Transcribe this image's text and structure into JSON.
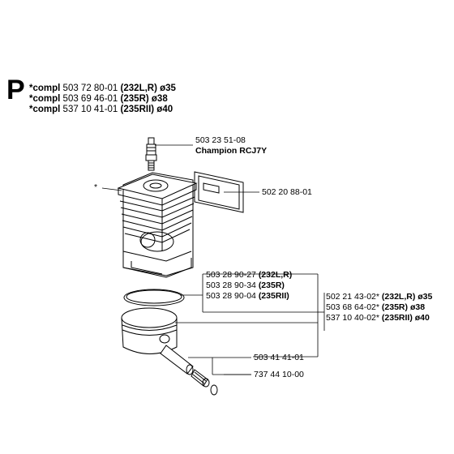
{
  "section_letter": "P",
  "header": [
    {
      "prefix": "*compl",
      "number": "503 72 80-01",
      "model": "(232L,R)",
      "diameter": "ø35"
    },
    {
      "prefix": "*compl",
      "number": "503 69 46-01",
      "model": "(235R)",
      "diameter": "ø38"
    },
    {
      "prefix": "*compl",
      "number": "537 10 41-01",
      "model": "(235RII)",
      "diameter": "ø40"
    }
  ],
  "callouts": {
    "spark_plug": {
      "number": "503 23 51-08",
      "name": "Champion RCJ7Y"
    },
    "asterisk": "*",
    "gasket": {
      "number": "502 20 88-01"
    },
    "piston_ring": [
      {
        "number": "503 28 90-27",
        "model": "(232L,R)"
      },
      {
        "number": "503 28 90-34",
        "model": "(235R)"
      },
      {
        "number": "503 28 90-04",
        "model": "(235RII)"
      }
    ],
    "piston": [
      {
        "number": "502 21 43-02*",
        "model": "(232L,R)",
        "diameter": "ø35"
      },
      {
        "number": "503 68 64-02*",
        "model": "(235R)",
        "diameter": "ø38"
      },
      {
        "number": "537 10 40-02*",
        "model": "(235RII)",
        "diameter": "ø40"
      }
    ],
    "piston_pin": {
      "number": "503 41 41-01"
    },
    "circlip": {
      "number": "737 44 10-00"
    }
  }
}
